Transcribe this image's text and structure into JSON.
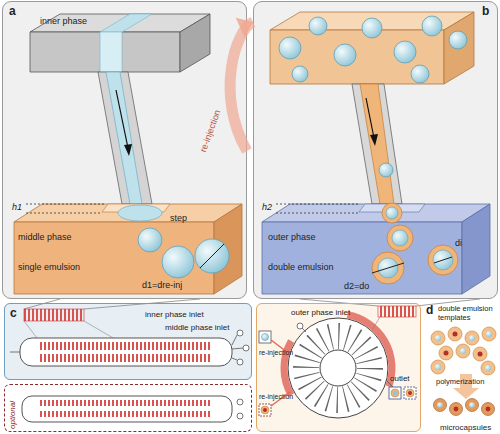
{
  "diagram": {
    "nodes": [
      {
        "text": [
          "a"
        ]
      },
      {
        "text": [
          "b"
        ]
      },
      {
        "text": [
          "c",
          "inner phase inlet",
          "middle phase inlet"
        ]
      },
      {
        "text": [
          "optional"
        ]
      },
      {
        "text": [
          "outer phase inlet",
          "re-injection",
          "re-injection",
          "outlet"
        ]
      }
    ],
    "edges": [
      {
        "from": 0,
        "to": 1,
        "arrow": "to",
        "label": "re-injection"
      }
    ],
    "labels": [
      "inner phase",
      "h1",
      "step",
      "middle phase",
      "single emulsion",
      "d1=dre-inj",
      "outer phase",
      "h2",
      "double emulsion",
      "d2=do",
      "di",
      "d",
      "double emulsion templates",
      "polymerization",
      "microcapsules"
    ]
  }
}
